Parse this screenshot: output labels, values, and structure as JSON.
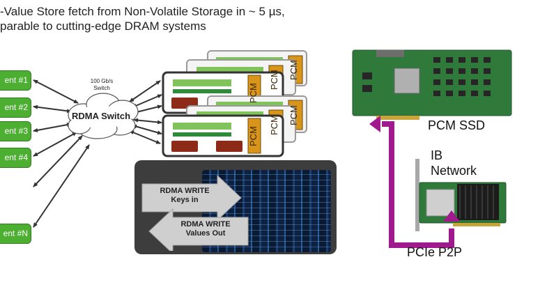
{
  "title_line1": "-Value Store fetch from Non-Volatile Storage in ~ 5 µs,",
  "title_line2": "parable to cutting-edge DRAM systems",
  "clients": [
    "ent #1",
    "ent #2",
    "ent #3",
    "ent #4",
    "ent #N"
  ],
  "switch_speed": "100 Gb/s",
  "switch_small_label": "Switch",
  "switch_label": "RDMA Switch",
  "pcm_label": "PCM",
  "write_keys_line1": "RDMA WRITE",
  "write_keys_line2": "Keys in",
  "write_values_line1": "RDMA WRITE",
  "write_values_line2": "Values Out",
  "pcm_ssd_label": "PCM SSD",
  "ib_label_line1": "IB",
  "ib_label_line2": "Network",
  "pcie_label": "PCIe P2P",
  "colors": {
    "client_green": "#4caf32",
    "pcm_orange": "#d9951a",
    "p2p_purple": "#a0198d",
    "board_green": "#2f7a3a",
    "chip_red": "#8e2a18"
  }
}
